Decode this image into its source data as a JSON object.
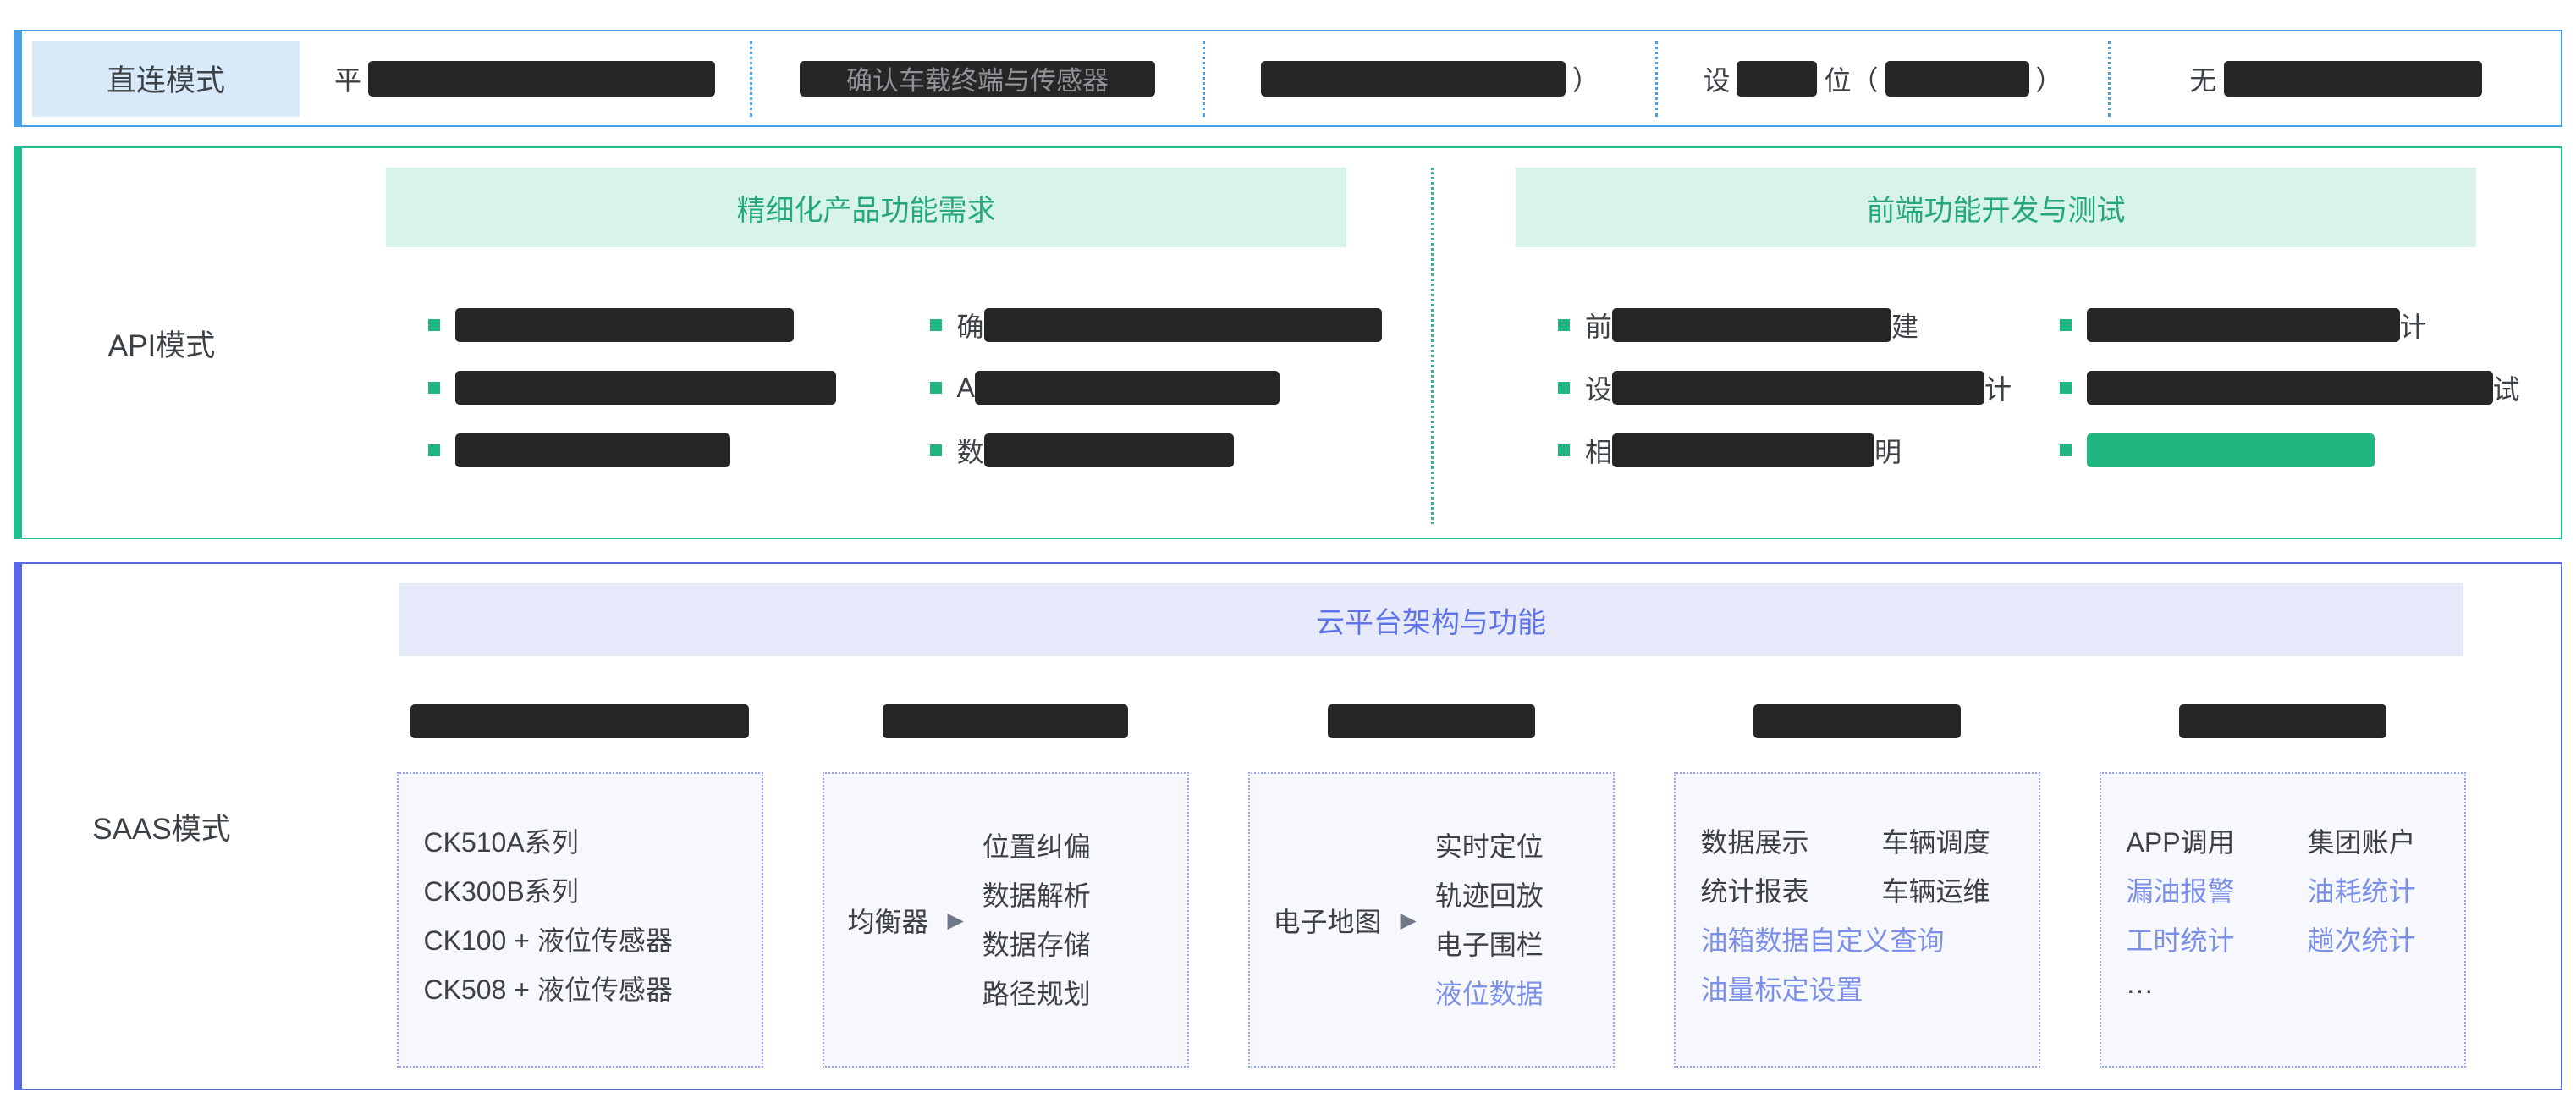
{
  "colors": {
    "direct_accent": "#4aa0e6",
    "direct_label_bg": "#d8eaf9",
    "api_accent": "#1fbe90",
    "api_header_bg": "#d8f3e8",
    "api_header_text": "#25a77d",
    "bullet_green": "#21b57f",
    "saas_accent": "#5a68e6",
    "saas_header_bg": "#e7eafb",
    "saas_header_text": "#5f74e8",
    "saas_box_border": "#98a5ee",
    "saas_box_bg": "#f7f8fd",
    "link_blue": "#7c90ea",
    "redaction": "#262626",
    "text_dark": "#3c4146",
    "bar_overlay_text": "#8f9398"
  },
  "direct": {
    "label": "直连模式",
    "steps": [
      {
        "segments": [
          {
            "text": "平"
          },
          {
            "bar": 410
          }
        ]
      },
      {
        "segments": [
          {
            "bar": 420,
            "overlay": "确认车载终端与传感器"
          }
        ]
      },
      {
        "segments": [
          {
            "bar": 360
          },
          {
            "text": "）"
          }
        ]
      },
      {
        "segments": [
          {
            "text": "设"
          },
          {
            "bar": 95
          },
          {
            "text": "位（"
          },
          {
            "bar": 170
          },
          {
            "text": "）"
          }
        ]
      },
      {
        "segments": [
          {
            "text": "无"
          },
          {
            "bar": 305
          }
        ]
      }
    ]
  },
  "api": {
    "label": "API模式",
    "panels": [
      {
        "title": "精细化产品功能需求",
        "columns": [
          {
            "items": [
              {
                "segments": [
                  {
                    "bar": 400
                  }
                ]
              },
              {
                "segments": [
                  {
                    "bar": 450
                  }
                ]
              },
              {
                "segments": [
                  {
                    "bar": 325
                  }
                ]
              }
            ]
          },
          {
            "items": [
              {
                "segments": [
                  {
                    "text": "确"
                  },
                  {
                    "bar": 470
                  }
                ]
              },
              {
                "segments": [
                  {
                    "text": "A"
                  },
                  {
                    "bar": 360
                  }
                ]
              },
              {
                "segments": [
                  {
                    "text": "数"
                  },
                  {
                    "bar": 295
                  }
                ]
              }
            ]
          }
        ]
      },
      {
        "title": "前端功能开发与测试",
        "columns": [
          {
            "items": [
              {
                "segments": [
                  {
                    "text": "前"
                  },
                  {
                    "bar": 330
                  },
                  {
                    "text": "建"
                  }
                ]
              },
              {
                "segments": [
                  {
                    "text": "设"
                  },
                  {
                    "bar": 440
                  },
                  {
                    "text": "计"
                  }
                ]
              },
              {
                "segments": [
                  {
                    "text": "相"
                  },
                  {
                    "bar": 310
                  },
                  {
                    "text": "明"
                  }
                ]
              }
            ]
          },
          {
            "items": [
              {
                "segments": [
                  {
                    "bar": 370
                  },
                  {
                    "text": "计"
                  }
                ]
              },
              {
                "segments": [
                  {
                    "bar": 480
                  },
                  {
                    "text": "试"
                  }
                ]
              },
              {
                "segments": [
                  {
                    "bar": 340,
                    "green": true
                  }
                ]
              }
            ]
          }
        ]
      }
    ]
  },
  "saas": {
    "label": "SAAS模式",
    "title": "云平台架构与功能",
    "columns": [
      {
        "header_bar_width": 400,
        "box": {
          "type": "list",
          "items": [
            {
              "text": "CK510A系列"
            },
            {
              "text": "CK300B系列"
            },
            {
              "text": "CK100 + 液位传感器"
            },
            {
              "text": "CK508 + 液位传感器"
            }
          ]
        }
      },
      {
        "header_bar_width": 290,
        "box": {
          "type": "flow",
          "left": "均衡器",
          "arrow": "▶",
          "items": [
            {
              "text": "位置纠偏"
            },
            {
              "text": "数据解析"
            },
            {
              "text": "数据存储"
            },
            {
              "text": "路径规划"
            }
          ]
        }
      },
      {
        "header_bar_width": 245,
        "box": {
          "type": "flow",
          "left": "电子地图",
          "arrow": "▶",
          "items": [
            {
              "text": "实时定位"
            },
            {
              "text": "轨迹回放"
            },
            {
              "text": "电子围栏"
            },
            {
              "text": "液位数据",
              "blue": true
            }
          ]
        }
      },
      {
        "header_bar_width": 245,
        "box": {
          "type": "rows",
          "rows": [
            {
              "cells": [
                {
                  "text": "数据展示"
                },
                {
                  "text": "车辆调度"
                }
              ]
            },
            {
              "cells": [
                {
                  "text": "统计报表"
                },
                {
                  "text": "车辆运维"
                }
              ]
            },
            {
              "cells": [
                {
                  "text": "油箱数据自定义查询",
                  "blue": true
                }
              ]
            },
            {
              "cells": [
                {
                  "text": "油量标定设置",
                  "blue": true
                }
              ]
            }
          ]
        }
      },
      {
        "header_bar_width": 245,
        "box": {
          "type": "rows",
          "rows": [
            {
              "cells": [
                {
                  "text": "APP调用"
                },
                {
                  "text": "集团账户"
                }
              ]
            },
            {
              "cells": [
                {
                  "text": "漏油报警",
                  "blue": true
                },
                {
                  "text": "油耗统计",
                  "blue": true
                }
              ]
            },
            {
              "cells": [
                {
                  "text": "工时统计",
                  "blue": true
                },
                {
                  "text": "趟次统计",
                  "blue": true
                }
              ]
            },
            {
              "cells": [
                {
                  "text": "···"
                }
              ]
            }
          ]
        }
      }
    ]
  }
}
